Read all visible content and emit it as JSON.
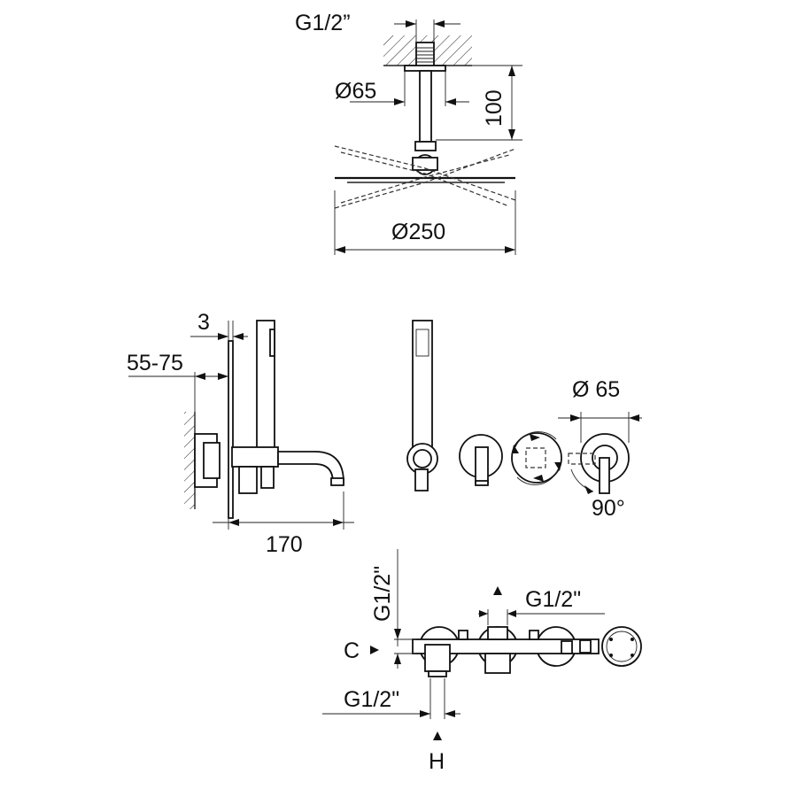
{
  "shower_head": {
    "thread_label": "G1/2”",
    "flange_diameter_label": "Ø65",
    "arm_length_label": "100",
    "head_diameter_label": "Ø250"
  },
  "side_view": {
    "plate_thickness_label": "3",
    "wall_depth_label": "55-75",
    "spout_projection_label": "170"
  },
  "front_view": {
    "plate_diameter_label": "Ø 65",
    "rotation_label": "90°"
  },
  "body_view": {
    "outlet_label_vertical": "G1/2\"",
    "outlet_label_top": "G1/2\"",
    "cold_marker": "C",
    "inlet_label_bottom": "G1/2\"",
    "hot_marker": "H"
  }
}
